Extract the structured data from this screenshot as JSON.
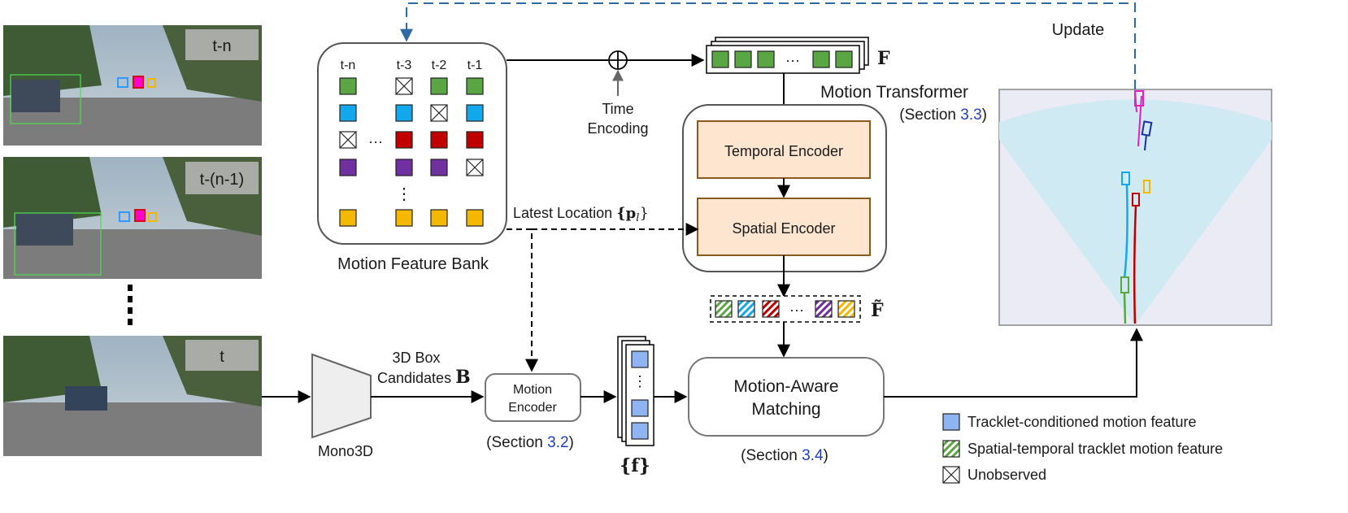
{
  "frames": [
    {
      "label": "t-n"
    },
    {
      "label": "t-(n-1)"
    },
    {
      "label": "t"
    }
  ],
  "bank": {
    "title": "Motion Feature Bank",
    "col_labels": [
      "t-n",
      "t-3",
      "t-2",
      "t-1"
    ],
    "ellipsis_h": "···",
    "ellipsis_v": "⋮"
  },
  "time_encoding": {
    "line1": "Time",
    "line2": "Encoding"
  },
  "feature_F": "F",
  "feature_F_tilde": "F̃",
  "transformer": {
    "title": "Motion Transformer",
    "section_prefix": "(Section ",
    "section_ref": "3.3",
    "section_suffix": ")",
    "temporal": "Temporal Encoder",
    "spatial": "Spatial Encoder"
  },
  "latest_location": {
    "text": "Latest Location ",
    "math": "{p",
    "sub": "l",
    "close": "}"
  },
  "mono3d": "Mono3D",
  "box_candidates": {
    "line1": "3D Box",
    "line2": "Candidates",
    "symbol": "B"
  },
  "motion_encoder": {
    "line1": "Motion",
    "line2": "Encoder",
    "section_prefix": "(Section ",
    "section_ref": "3.2",
    "section_suffix": ")"
  },
  "feature_f": "{f}",
  "matching": {
    "line1": "Motion-Aware",
    "line2": "Matching",
    "section_prefix": "(Section ",
    "section_ref": "3.4",
    "section_suffix": ")"
  },
  "update": "Update",
  "legend": [
    {
      "label": "Tracklet-conditioned motion feature",
      "kind": "tracklet"
    },
    {
      "label": "Spatial-temporal tracklet motion feature",
      "kind": "spatial-temporal"
    },
    {
      "label": "Unobserved",
      "kind": "unobserved"
    }
  ],
  "colors": {
    "green": "#5aa544",
    "blue": "#13a8ec",
    "red": "#c00000",
    "purple": "#7030a0",
    "yellow": "#f5b800",
    "light_blue": "#8fb4f2",
    "encoder_fill": "#fde5cf",
    "encoder_border": "#8a5a1c",
    "update_arrow": "#2f6aa3",
    "bev_fan": "#cfeaf3",
    "bev_bg": "#ebebf5"
  }
}
